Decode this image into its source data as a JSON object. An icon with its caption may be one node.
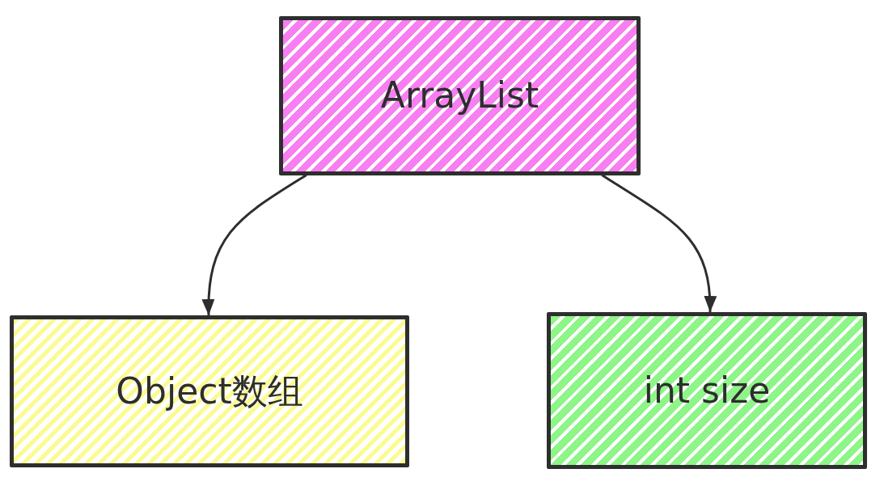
{
  "diagram": {
    "nodes": [
      {
        "text": [
          "ArrayList"
        ]
      },
      {
        "text": [
          "Object数组"
        ]
      },
      {
        "text": [
          "int size"
        ]
      }
    ],
    "edges": [
      {
        "from": 0,
        "to": 1,
        "arrow": "to"
      },
      {
        "from": 0,
        "to": 2,
        "arrow": "to"
      }
    ]
  }
}
